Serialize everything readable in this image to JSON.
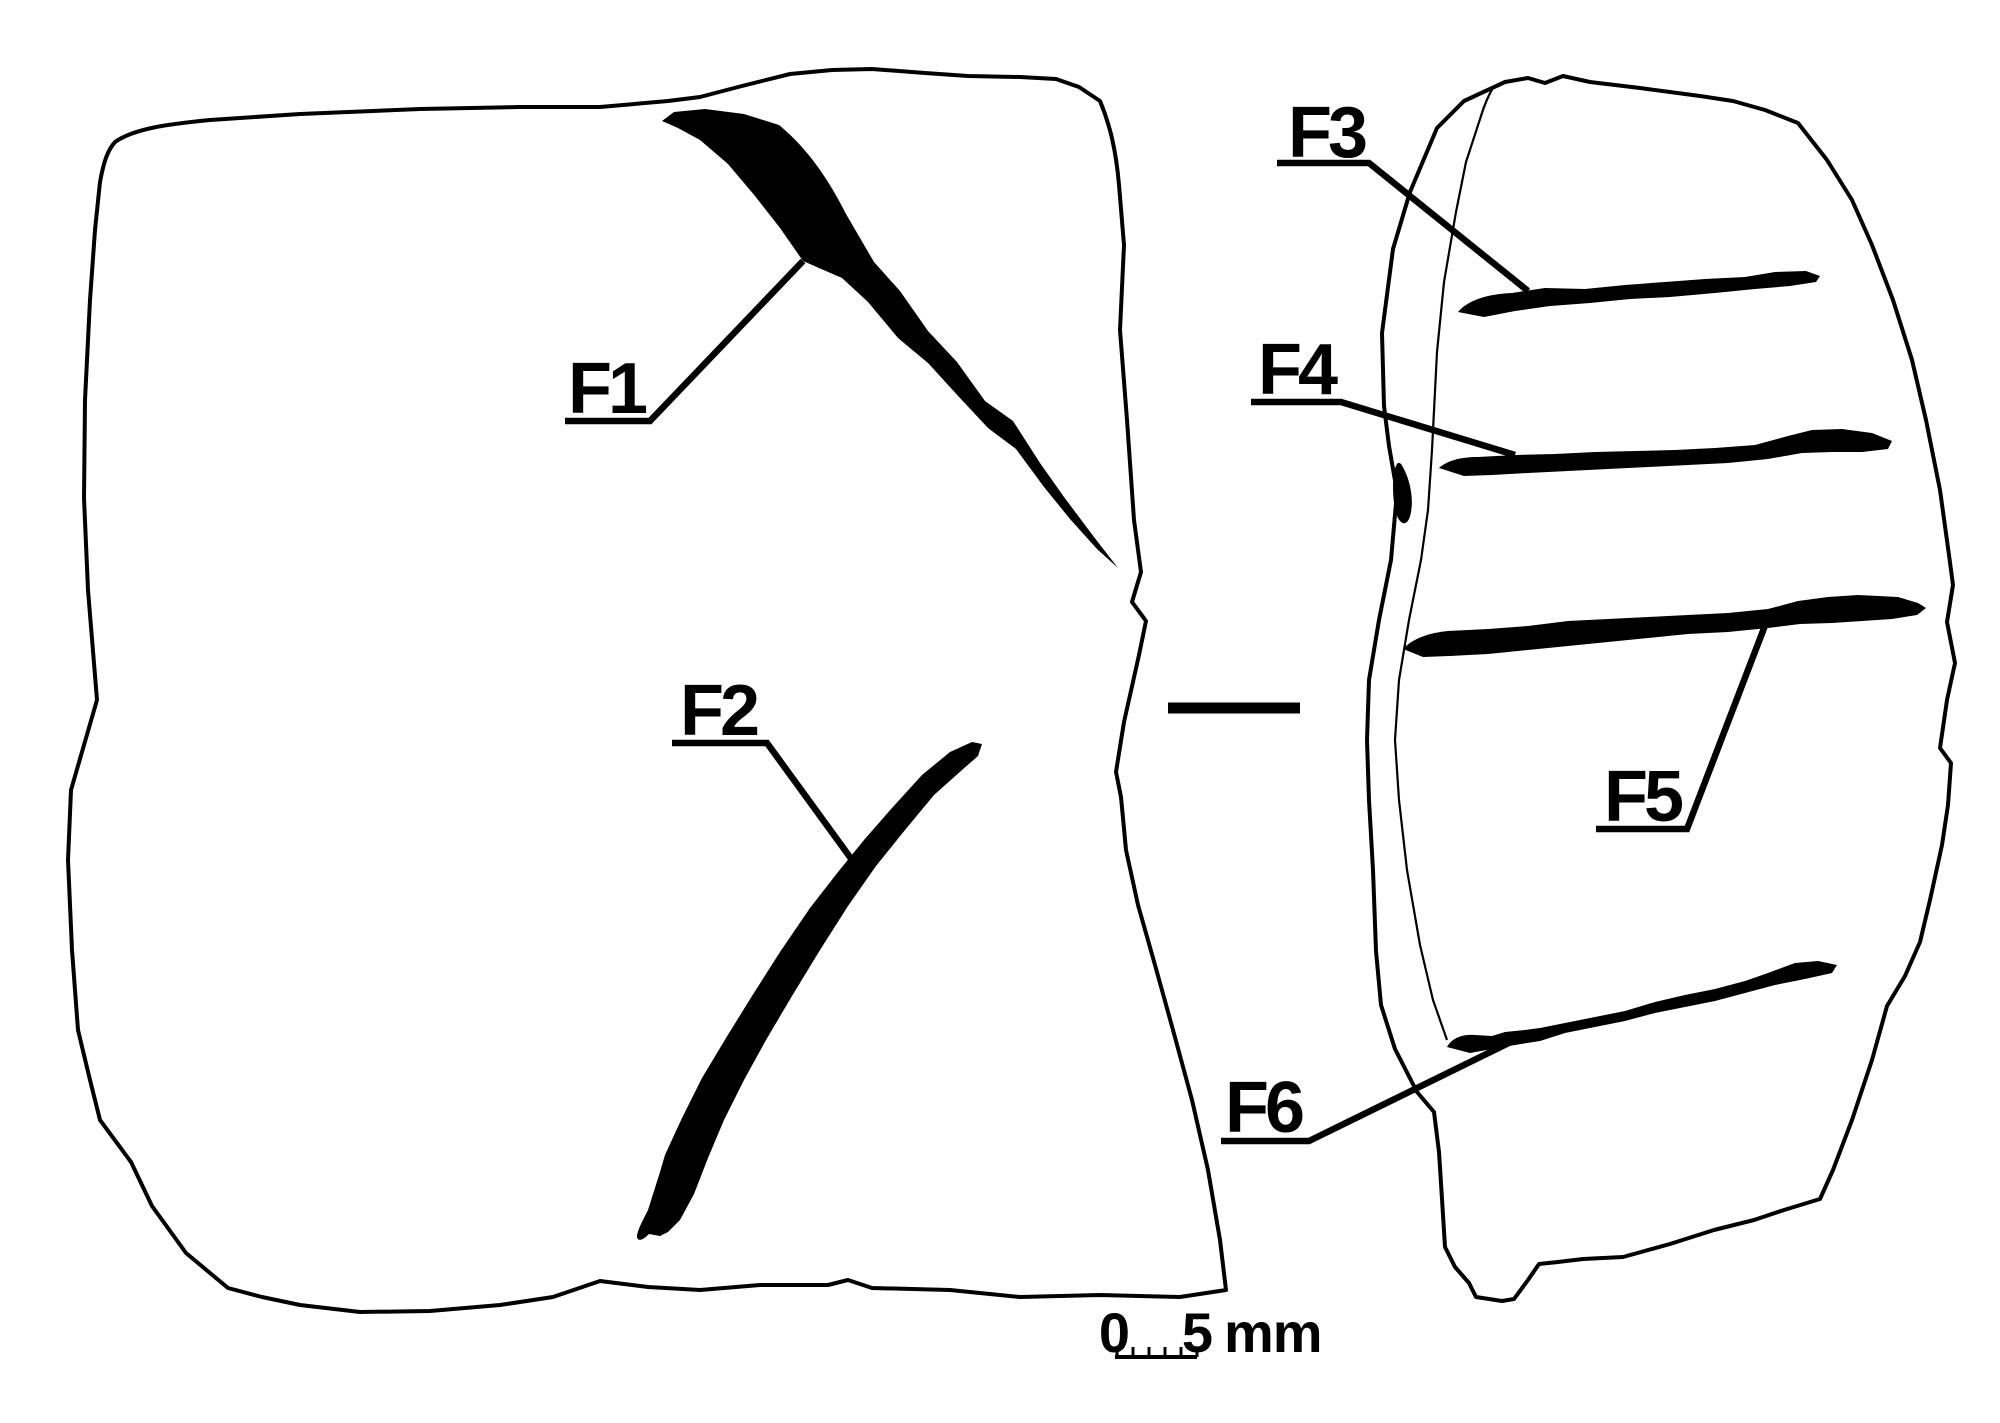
{
  "figure": {
    "kind": "archaeological-line-drawing",
    "description": "Two refitting artefact fragments drawn in outline, each bearing black incised cut marks identified by leader-line labels",
    "background_color": "#ffffff",
    "ink_color": "#000000",
    "labels": {
      "f1": "F1",
      "f2": "F2",
      "f3": "F3",
      "f4": "F4",
      "f5": "F5",
      "f6": "F6"
    },
    "fragments": [
      {
        "name": "left-fragment",
        "marks": [
          "F1",
          "F2"
        ]
      },
      {
        "name": "right-fragment",
        "marks": [
          "F3",
          "F4",
          "F5",
          "F6"
        ]
      }
    ],
    "scale_bar": {
      "zero_label": "0",
      "five_label": "5",
      "unit": "mm",
      "tick_count": 6
    }
  }
}
